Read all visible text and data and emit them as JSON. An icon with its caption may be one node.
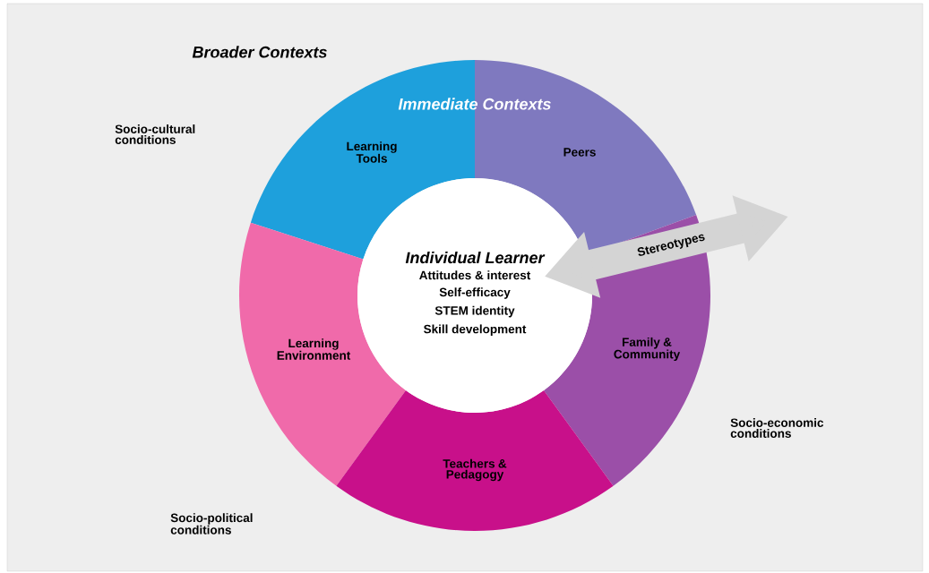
{
  "diagram": {
    "nodes": [
      {
        "text": [
          "Learning Tools"
        ]
      },
      {
        "text": [
          "Peers"
        ]
      },
      {
        "text": [
          "Individual Learner",
          "Attitudes & interest",
          "Self-efficacy",
          "STEM identity",
          "Skill development"
        ]
      },
      {
        "text": [
          "Learning Environment"
        ]
      },
      {
        "text": [
          "Family & Community"
        ]
      },
      {
        "text": [
          "Teachers & Pedagogy"
        ]
      }
    ],
    "edges": [
      {
        "from": null,
        "to": 2,
        "arrow": "both",
        "label": "Stereotypes"
      }
    ],
    "labels": [
      "Broader Contexts",
      "Immediate Contexts",
      "Socio-cultural conditions",
      "Socio-economic conditions",
      "Socio-political conditions"
    ]
  }
}
